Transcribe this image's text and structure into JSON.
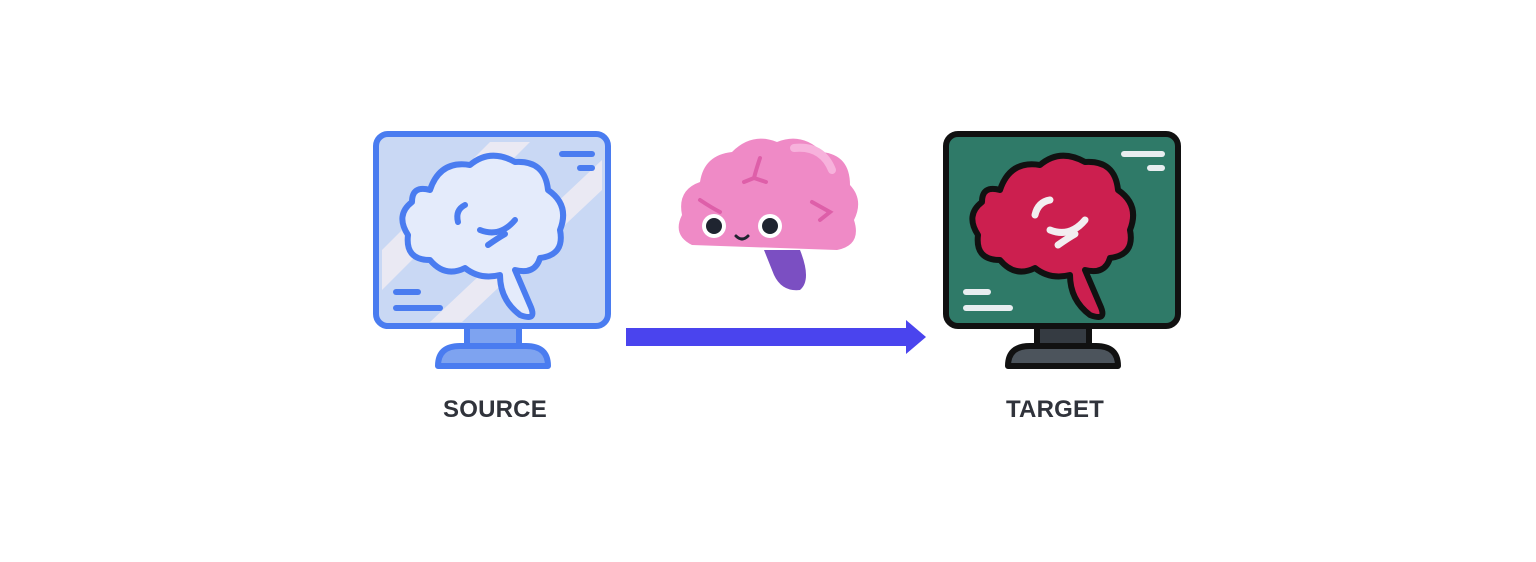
{
  "diagram": {
    "source": {
      "label": "SOURCE",
      "icon": "monitor-with-brain-icon",
      "colors": {
        "outline": "#4a7cf0",
        "screen": "#c9d8f4",
        "brain_fill": "#e4ebfb",
        "stand": "#7ea3f0"
      }
    },
    "model": {
      "icon": "cute-brain-mascot-icon",
      "colors": {
        "brain": "#ef8ac6",
        "stem": "#7b4fc2",
        "eyes": "#1f2430"
      }
    },
    "arrow": {
      "direction": "right",
      "color": "#4a44ee"
    },
    "target": {
      "label": "TARGET",
      "icon": "monitor-with-brain-icon",
      "colors": {
        "outline": "#111111",
        "screen": "#2f7a68",
        "brain_fill": "#cc1f4f",
        "stand": "#4c545c"
      }
    }
  }
}
